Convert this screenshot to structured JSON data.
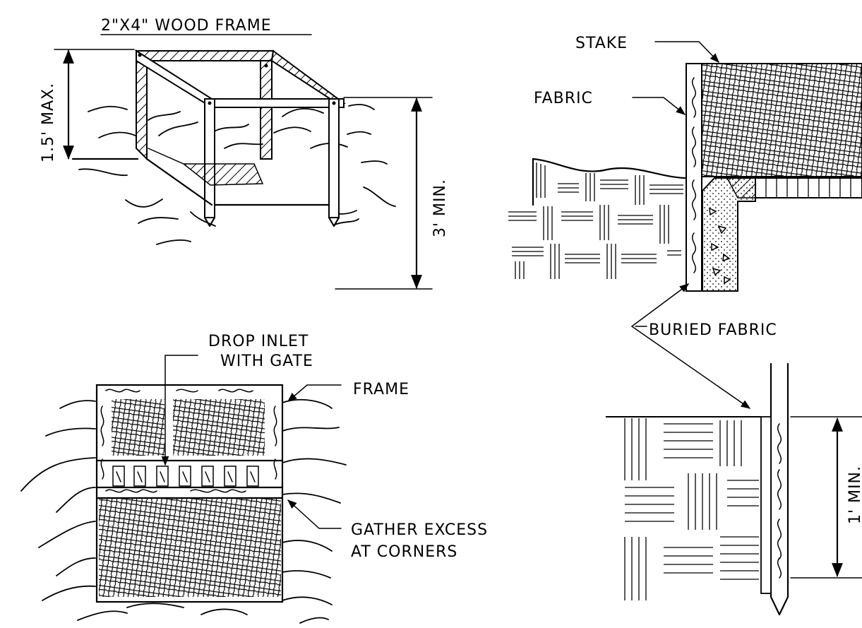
{
  "labels": {
    "wood_frame": "2\"X4\" WOOD FRAME",
    "max_height": "1.5' MAX.",
    "min_depth": "3' MIN.",
    "stake": "STAKE",
    "fabric": "FABRIC",
    "buried_fabric": "BURIED FABRIC",
    "drop_inlet_line1": "DROP INLET",
    "drop_inlet_line2": "WITH GATE",
    "frame": "FRAME",
    "gather_line1": "GATHER EXCESS",
    "gather_line2": "AT CORNERS",
    "min_burial": "1' MIN."
  }
}
